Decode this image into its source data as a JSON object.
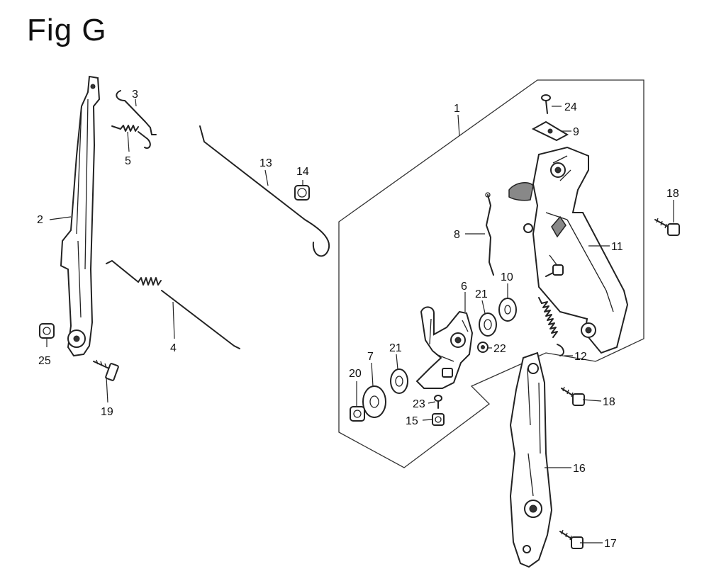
{
  "figure": {
    "title": "Fig G"
  },
  "callouts": [
    {
      "id": "1",
      "text": "1"
    },
    {
      "id": "2",
      "text": "2"
    },
    {
      "id": "3",
      "text": "3"
    },
    {
      "id": "4",
      "text": "4"
    },
    {
      "id": "5",
      "text": "5"
    },
    {
      "id": "6",
      "text": "6"
    },
    {
      "id": "7",
      "text": "7"
    },
    {
      "id": "8",
      "text": "8"
    },
    {
      "id": "9",
      "text": "9"
    },
    {
      "id": "10",
      "text": "10"
    },
    {
      "id": "11",
      "text": "11"
    },
    {
      "id": "12",
      "text": "12"
    },
    {
      "id": "13",
      "text": "13"
    },
    {
      "id": "14",
      "text": "14"
    },
    {
      "id": "15",
      "text": "15"
    },
    {
      "id": "16",
      "text": "16"
    },
    {
      "id": "17",
      "text": "17"
    },
    {
      "id": "18a",
      "text": "18"
    },
    {
      "id": "18b",
      "text": "18"
    },
    {
      "id": "19",
      "text": "19"
    },
    {
      "id": "20",
      "text": "20"
    },
    {
      "id": "21a",
      "text": "21"
    },
    {
      "id": "21b",
      "text": "21"
    },
    {
      "id": "22",
      "text": "22"
    },
    {
      "id": "23",
      "text": "23"
    },
    {
      "id": "24",
      "text": "24"
    },
    {
      "id": "25",
      "text": "25"
    }
  ]
}
